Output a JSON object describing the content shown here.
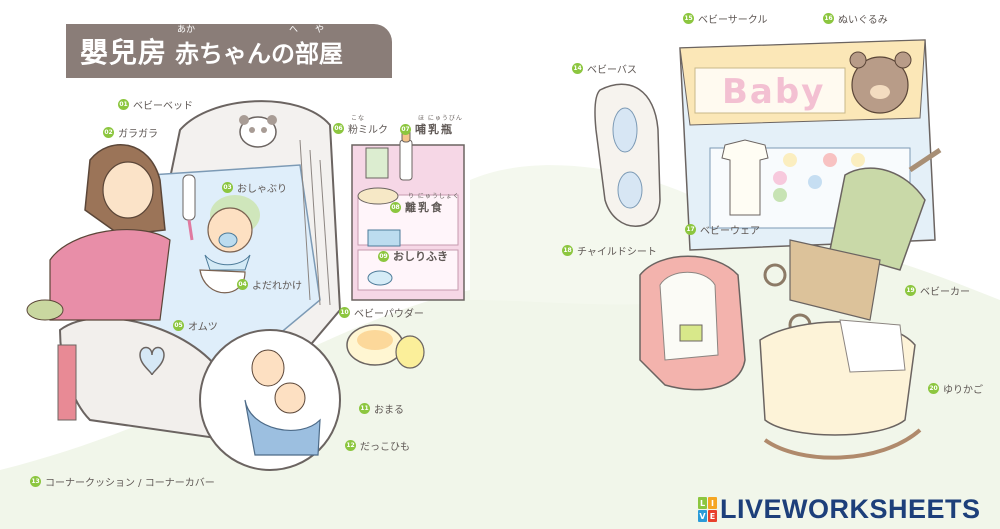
{
  "title": {
    "main": "嬰兒房",
    "sub": "赤ちゃんの部屋",
    "furigana_aka": "あか",
    "furigana_he": "へ",
    "furigana_ya": "や",
    "banner_color": "#8a7d78"
  },
  "accent_color": "#8cc63f",
  "labels": [
    {
      "num": "01",
      "text": "ベビーベッド"
    },
    {
      "num": "02",
      "text": "ガラガラ"
    },
    {
      "num": "03",
      "text": "おしゃぶり"
    },
    {
      "num": "04",
      "text": "よだれかけ"
    },
    {
      "num": "05",
      "text": "オムツ"
    },
    {
      "num": "06",
      "text": "粉ミルク",
      "furigana": "こな"
    },
    {
      "num": "07",
      "text": "哺乳瓶",
      "furigana": "ほ にゅうびん"
    },
    {
      "num": "08",
      "text": "離乳食",
      "furigana": "り にゅうしょく"
    },
    {
      "num": "09",
      "text": "おしりふき"
    },
    {
      "num": "10",
      "text": "ベビーパウダー"
    },
    {
      "num": "11",
      "text": "おまる"
    },
    {
      "num": "12",
      "text": "だっこひも"
    },
    {
      "num": "13",
      "text": "コーナークッション / コーナーカバー"
    },
    {
      "num": "14",
      "text": "ベビーバス"
    },
    {
      "num": "15",
      "text": "ベビーサークル"
    },
    {
      "num": "16",
      "text": "ぬいぐるみ"
    },
    {
      "num": "17",
      "text": "ベビーウェア"
    },
    {
      "num": "18",
      "text": "チャイルドシート"
    },
    {
      "num": "19",
      "text": "ベビーカー"
    },
    {
      "num": "20",
      "text": "ゆりかご"
    }
  ],
  "playpen_text": "Baby",
  "logo": {
    "text": "LIVEWORKSHEETS",
    "tiles": [
      "L",
      "I",
      "V",
      "E"
    ],
    "tile_colors": [
      "#8cc63f",
      "#f5a623",
      "#2b9bd8",
      "#e8412c"
    ],
    "text_color": "#1d3f7a"
  }
}
